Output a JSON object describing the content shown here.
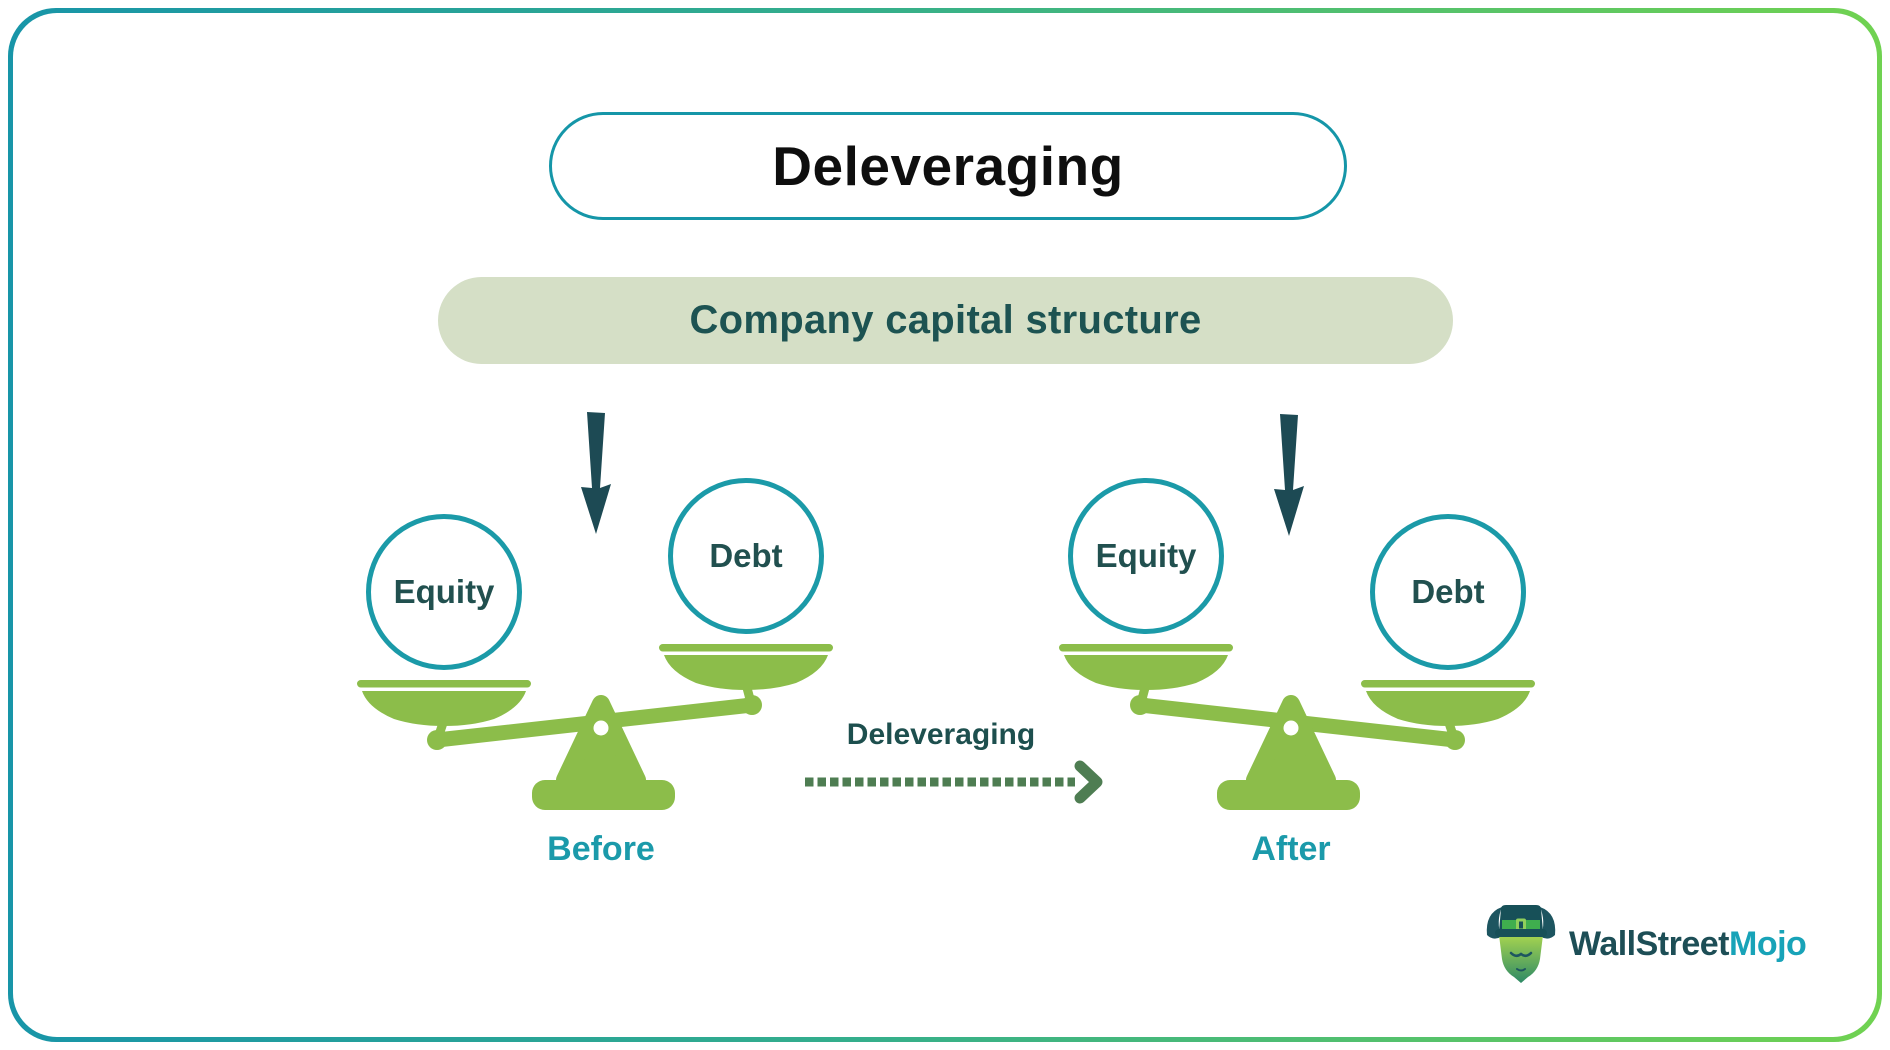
{
  "title": {
    "label": "Deleveraging"
  },
  "subtitle": {
    "label": "Company capital structure"
  },
  "scales": {
    "before": {
      "label": "Before",
      "left_pan": "Equity",
      "right_pan": "Debt",
      "tilt": "left-down"
    },
    "after": {
      "label": "After",
      "left_pan": "Equity",
      "right_pan": "Debt",
      "tilt": "right-down"
    }
  },
  "transition": {
    "label": "Deleveraging",
    "arrow": "dotted-right-arrow"
  },
  "logo": {
    "brand_primary": "WallStreet",
    "brand_accent": "Mojo"
  },
  "icons": {
    "down_arrow": "down-arrow-icon",
    "dotted_arrow": "dotted-right-arrow-icon",
    "balance_scale": "balance-scale-icon",
    "bull_mascot": "bull-mascot-icon"
  },
  "colors": {
    "frame_gradient_start": "#1895A8",
    "frame_gradient_end": "#70D251",
    "title_border": "#1596A8",
    "title_text": "#0E0E0E",
    "subtitle_bg": "#D5DFC6",
    "subtitle_text": "#1D5352",
    "circle_border": "#1B9AA8",
    "circle_text": "#21504F",
    "scale_green": "#8CBD4A",
    "down_arrow": "#1D4A54",
    "transition_text": "#1D4F4E",
    "dotted_arrow_green": "#4E7D52",
    "stage_label_teal": "#1B9AAA",
    "logo_primary": "#1D4E56",
    "logo_accent": "#18A3B8"
  }
}
